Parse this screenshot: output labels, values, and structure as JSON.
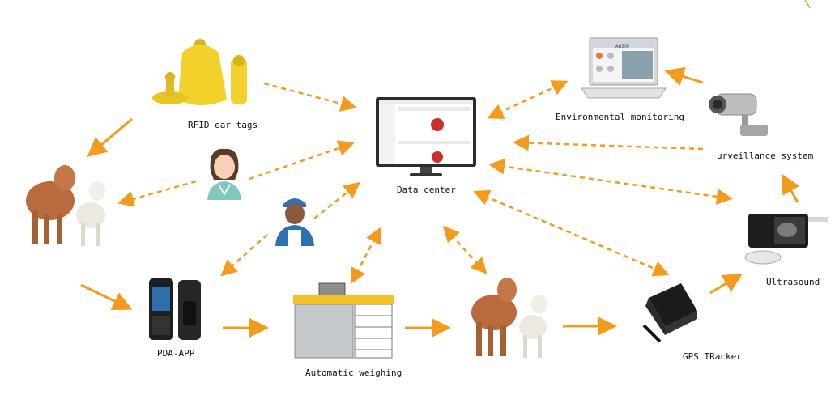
{
  "labels": {
    "rfid": "RFID ear tags",
    "env": "Environmental monitoring",
    "surveillance": "urveillance system",
    "data_center": "Data center",
    "ultrasound": "Ultrasound",
    "pda": "PDA-APP",
    "weighing": "Automatic weighing",
    "gps": "GPS TRacker"
  },
  "screen": {
    "window_title": "AO3场"
  },
  "colors": {
    "accent_orange": "#f39b1c",
    "tag_yellow": "#f2d12a",
    "cattle_brown": "#b96b3d"
  }
}
